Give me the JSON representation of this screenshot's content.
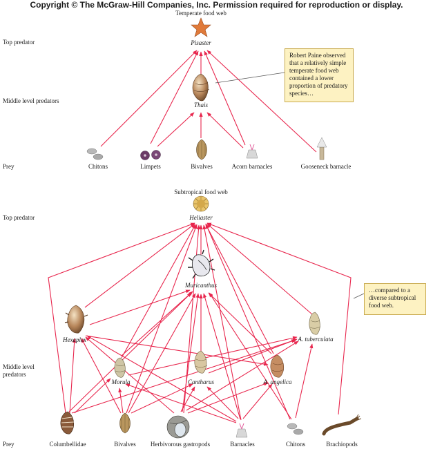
{
  "copyright": "Copyright © The McGraw-Hill Companies, Inc. Permission required for reproduction or display.",
  "temperate": {
    "title": "Temperate food web",
    "levels": {
      "top": "Top predator",
      "middle": "Middle level predators",
      "prey": "Prey"
    },
    "top_predator": "Pisaster",
    "middle_predator": "Thais",
    "prey": [
      "Chitons",
      "Limpets",
      "Bivalves",
      "Acorn barnacles",
      "Gooseneck barnacle"
    ],
    "callout": "Robert Paine observed that a relatively simple temperate food web contained a lower proportion of predatory species…"
  },
  "subtropical": {
    "title": "Subtropical food web",
    "levels": {
      "top": "Top predator",
      "middle": "Middle level predators",
      "prey": "Prey"
    },
    "top_predator": "Heliaster",
    "upper_middle": "Muricanthus",
    "middle": [
      "Hexaplex",
      "Morula",
      "Cantharus",
      "A. angelica",
      "A. tuberculata"
    ],
    "prey": [
      "Columbellidae",
      "Bivalves",
      "Herbivorous gastropods",
      "Barnacles",
      "Chitons",
      "Brachiopods"
    ],
    "callout": "…compared to a diverse subtropical food web."
  },
  "colors": {
    "arrow": "#e8264d",
    "callout_bg": "#fdf2c2",
    "callout_border": "#c8a94c"
  }
}
